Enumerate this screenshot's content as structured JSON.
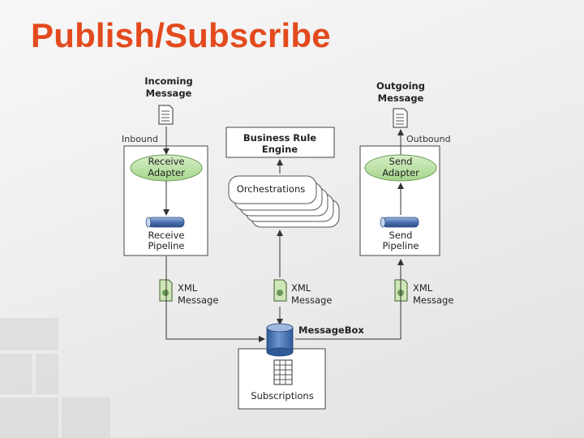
{
  "slide": {
    "title": "Publish/Subscribe"
  },
  "diagram": {
    "incoming_message": [
      "Incoming",
      "Message"
    ],
    "outgoing_message": [
      "Outgoing",
      "Message"
    ],
    "inbound": "Inbound",
    "outbound": "Outbound",
    "business_rule_engine": [
      "Business Rule",
      "Engine"
    ],
    "orchestrations": "Orchestrations",
    "receive_adapter": [
      "Receive",
      "Adapter"
    ],
    "send_adapter": [
      "Send",
      "Adapter"
    ],
    "receive_pipeline": [
      "Receive",
      "Pipeline"
    ],
    "send_pipeline": [
      "Send",
      "Pipeline"
    ],
    "xml_message": [
      "XML",
      "Message"
    ],
    "message_box": "MessageBox",
    "subscriptions": "Subscriptions"
  },
  "colors": {
    "title": "#e34a1d",
    "adapter_fill": "#b9e0a6",
    "pipeline_fill": "#5a80b8",
    "database_fill": "#4a76b8",
    "line": "#333333"
  }
}
